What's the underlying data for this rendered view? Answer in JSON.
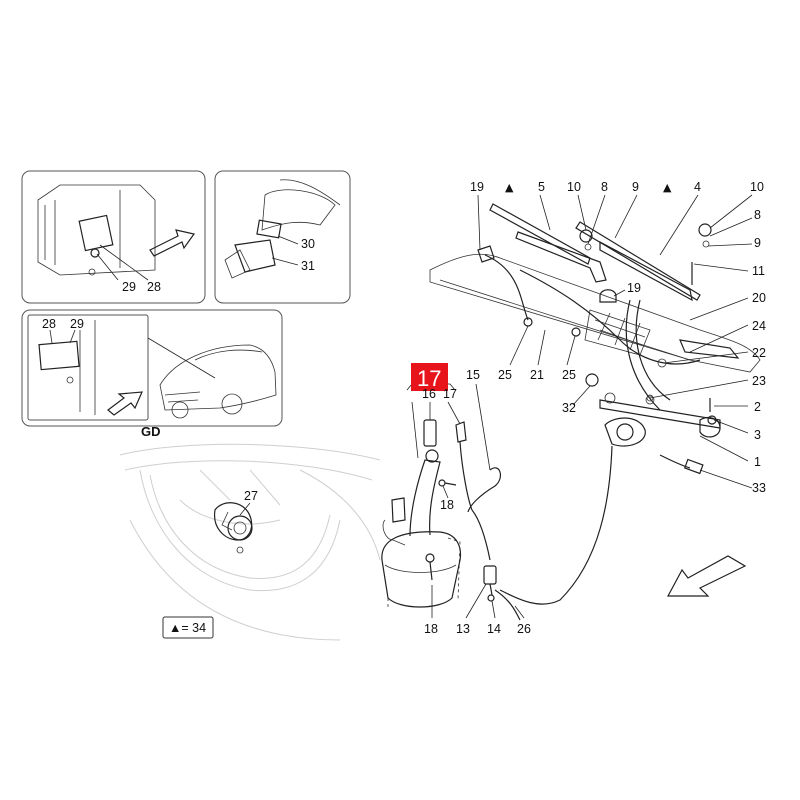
{
  "highlight": {
    "label": "17",
    "color": "#e8141c"
  },
  "labels": {
    "l19a": "19",
    "tri1": "▲",
    "l5": "5",
    "l10a": "10",
    "l8a": "8",
    "l9a": "9",
    "tri2": "▲",
    "l4": "4",
    "l10b": "10",
    "l8b": "8",
    "l9b": "9",
    "l11": "11",
    "l19b": "19",
    "l20": "20",
    "l24": "24",
    "l25a": "25",
    "l21": "21",
    "l25b": "25",
    "l22": "22",
    "l23": "23",
    "l15": "15",
    "l32": "32",
    "l2": "2",
    "l16": "16",
    "l17": "17",
    "l3": "3",
    "l1": "1",
    "l33": "33",
    "l18a": "18",
    "l27": "27",
    "l18b": "18",
    "l13": "13",
    "l14": "14",
    "l26": "26",
    "l30": "30",
    "l31": "31",
    "l29a": "29",
    "l28a": "28",
    "l28b": "28",
    "l29b": "29"
  },
  "inset_caption": "GD",
  "legend": {
    "text": "▲= 34"
  }
}
